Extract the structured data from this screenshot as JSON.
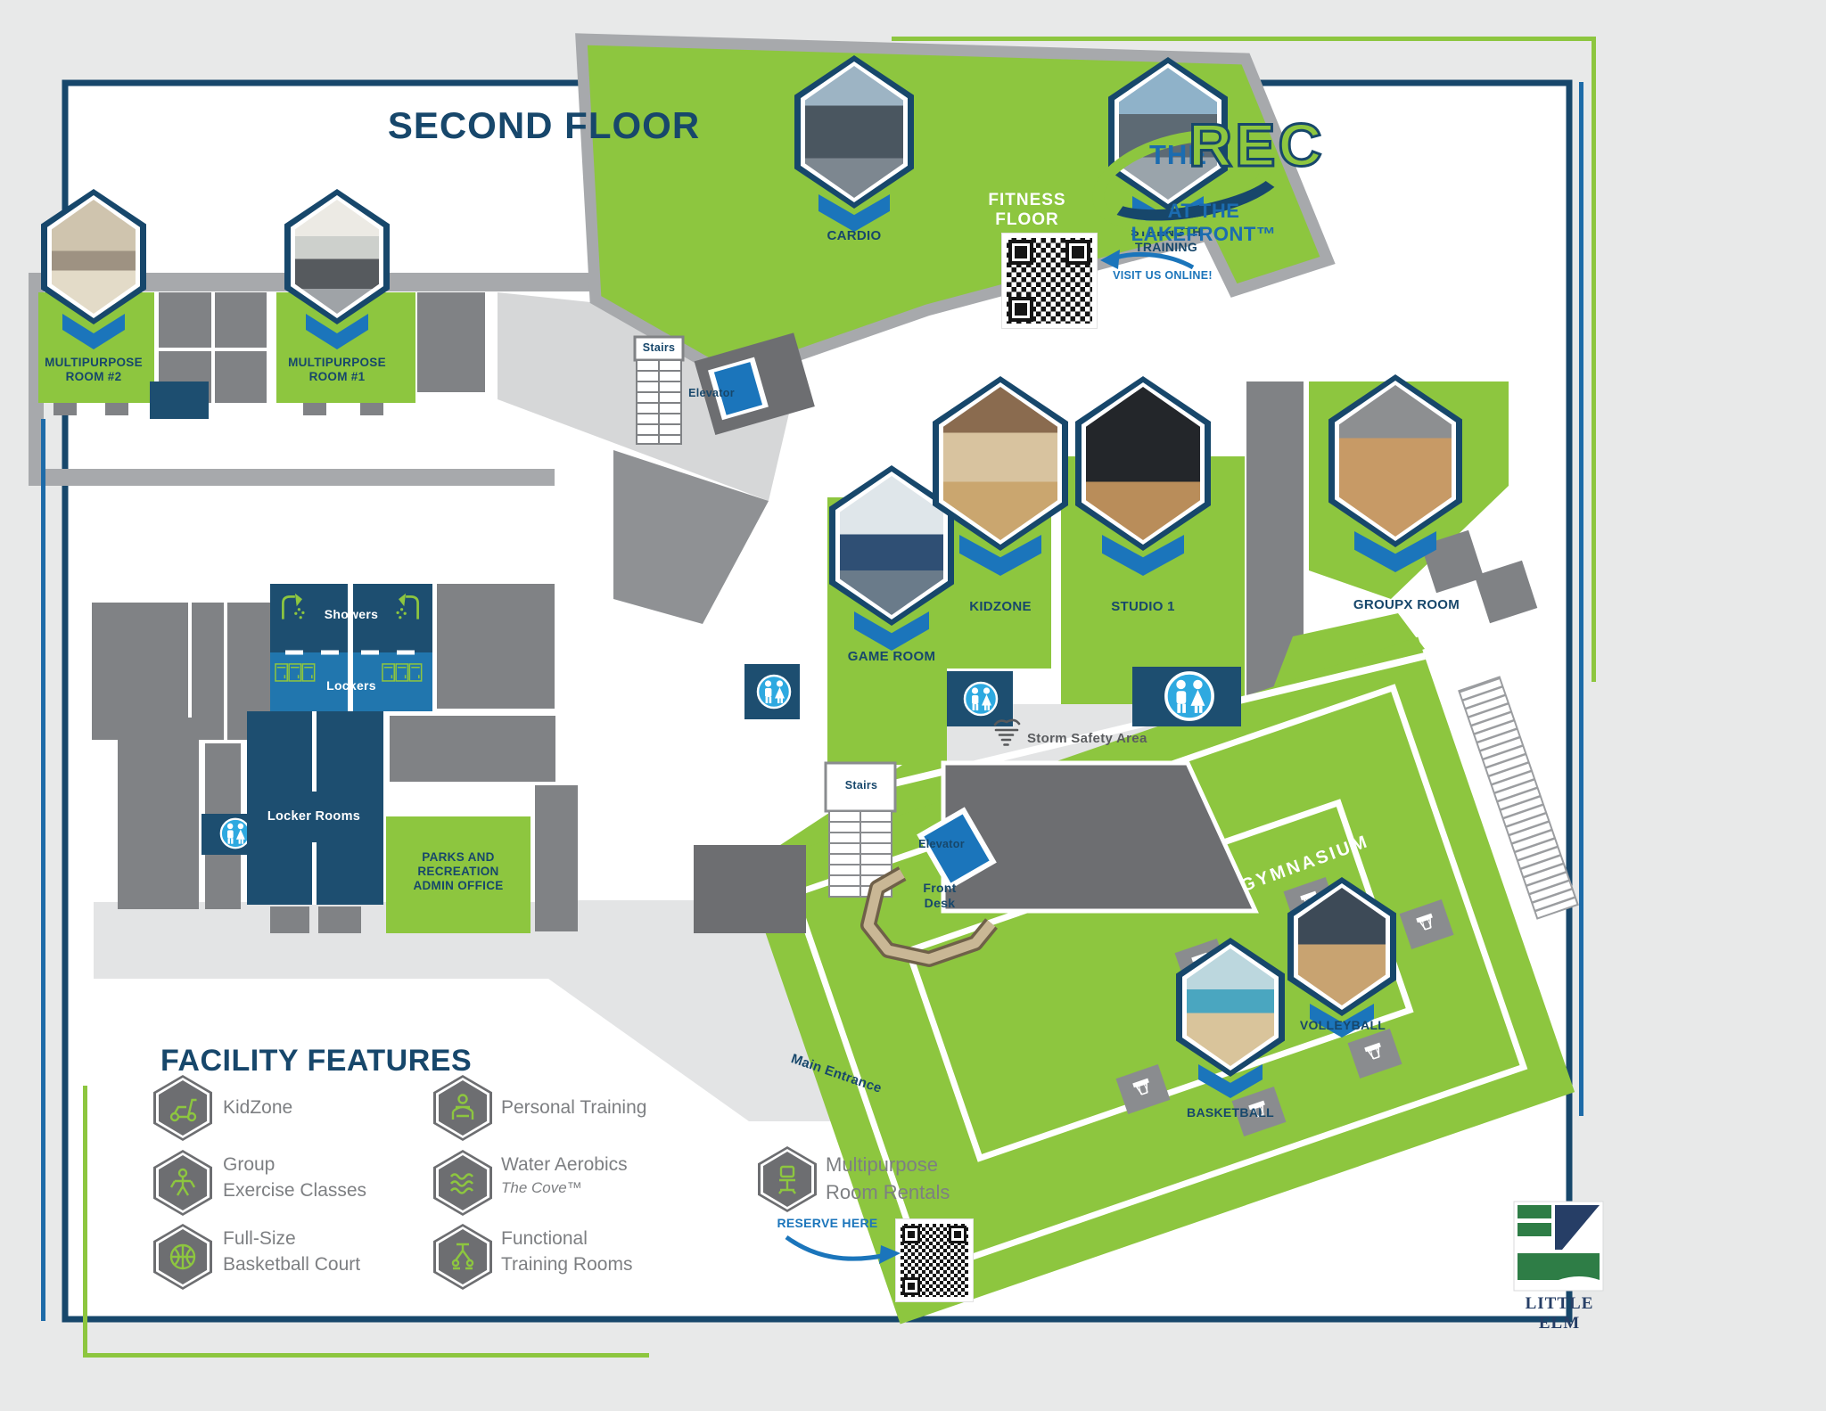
{
  "page": {
    "title_second_floor": "SECOND FLOOR"
  },
  "logo": {
    "the": "THE",
    "rec": "REC",
    "tagline": "AT THE LAKEFRONT™"
  },
  "visit_online": "VISIT US ONLINE!",
  "map": {
    "mp2_line1": "MULTIPURPOSE",
    "mp2_line2": "ROOM #2",
    "mp1_line1": "MULTIPURPOSE",
    "mp1_line2": "ROOM #1",
    "cardio": "CARDIO",
    "fitness_line1": "FITNESS",
    "fitness_line2": "FLOOR",
    "strength_line1": "STRENGTH",
    "strength_line2": "TRAINING",
    "stairs_upper": "Stairs",
    "elevator_upper": "Elevator",
    "game_room": "GAME ROOM",
    "kidzone": "KIDZONE",
    "studio1": "STUDIO 1",
    "groupx": "GROUPX ROOM",
    "showers": "Showers",
    "lockers": "Lockers",
    "locker_rooms": "Locker Rooms",
    "admin_line1": "PARKS AND RECREATION",
    "admin_line2": "ADMIN OFFICE",
    "storm": "Storm Safety Area",
    "stairs_main": "Stairs",
    "elevator_main": "Elevator",
    "front_desk_line1": "Front",
    "front_desk_line2": "Desk",
    "main_entrance": "Main Entrance",
    "gymnasium": "GYMNASIUM",
    "basketball": "BASKETBALL",
    "volleyball": "VOLLEYBALL"
  },
  "legend": {
    "title": "FACILITY FEATURES",
    "items": [
      {
        "icon": "scooter-icon",
        "line1": "KidZone",
        "line2": ""
      },
      {
        "icon": "group-exercise-icon",
        "line1": "Group",
        "line2": "Exercise Classes"
      },
      {
        "icon": "basketball-icon",
        "line1": "Full-Size",
        "line2": "Basketball Court"
      },
      {
        "icon": "personal-training-icon",
        "line1": "Personal Training",
        "line2": ""
      },
      {
        "icon": "water-aerobics-icon",
        "line1": "Water Aerobics",
        "line2": "The Cove™"
      },
      {
        "icon": "functional-training-icon",
        "line1": "Functional",
        "line2": "Training Rooms"
      },
      {
        "icon": "chair-icon",
        "line1": "Multipurpose",
        "line2": "Room Rentals"
      }
    ],
    "reserve_here": "RESERVE HERE"
  },
  "footer": {
    "little_elm": "LITTLE ELM"
  },
  "colors": {
    "green": "#8dc63f",
    "navy": "#17476b",
    "blue": "#1b75bb",
    "light_blue": "#2ea9e0"
  }
}
